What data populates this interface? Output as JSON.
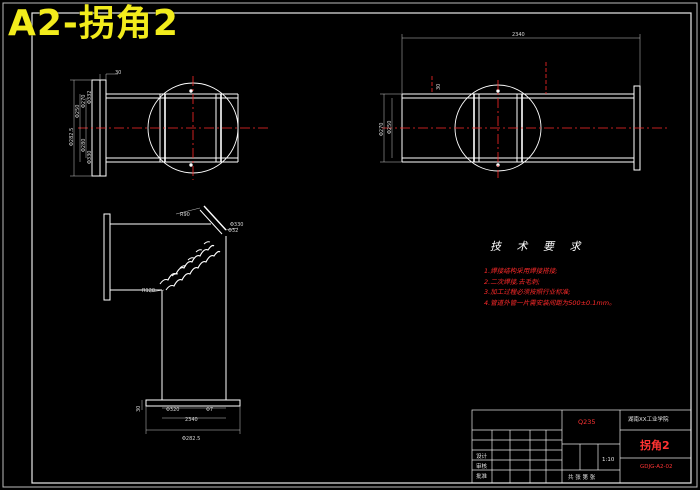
{
  "drawing": {
    "title": "A2-拐角2",
    "part_name": "拐角2",
    "tech_req_title": "技 术 要 求",
    "notes": [
      "1.焊接结构采用焊接搭接;",
      "2.二次焊接,去毛刺;",
      "3.加工过程必须按照行业标准;",
      "4.管道外管一片需安装间距为500±0.1mm。"
    ],
    "dimensions": {
      "top_left": [
        "30",
        "Φ250",
        "Φ270",
        "Φ280",
        "Φ332",
        "Φ330",
        "Φ282.5"
      ],
      "top_right": [
        "2340",
        "30",
        "Φ270",
        "Φ250"
      ],
      "side": [
        "Φ32",
        "R90",
        "Φ330",
        "R120",
        "Φ320",
        "Φ7",
        "2340",
        "Φ282.5",
        "30"
      ]
    },
    "title_block": {
      "school": "湖南XX工业学院",
      "design": "设计",
      "check": "审核",
      "approve": "批准",
      "scale": "1:10",
      "drawing_no": "GDJG-A2-02",
      "sheet": "共 张 第 张",
      "material": "Q235"
    },
    "colors": {
      "background": "#000000",
      "line": "#ffffff",
      "center_line": "#ff2a2a",
      "dimension": "#ff2a2a",
      "title": "#f2ec1c"
    }
  }
}
